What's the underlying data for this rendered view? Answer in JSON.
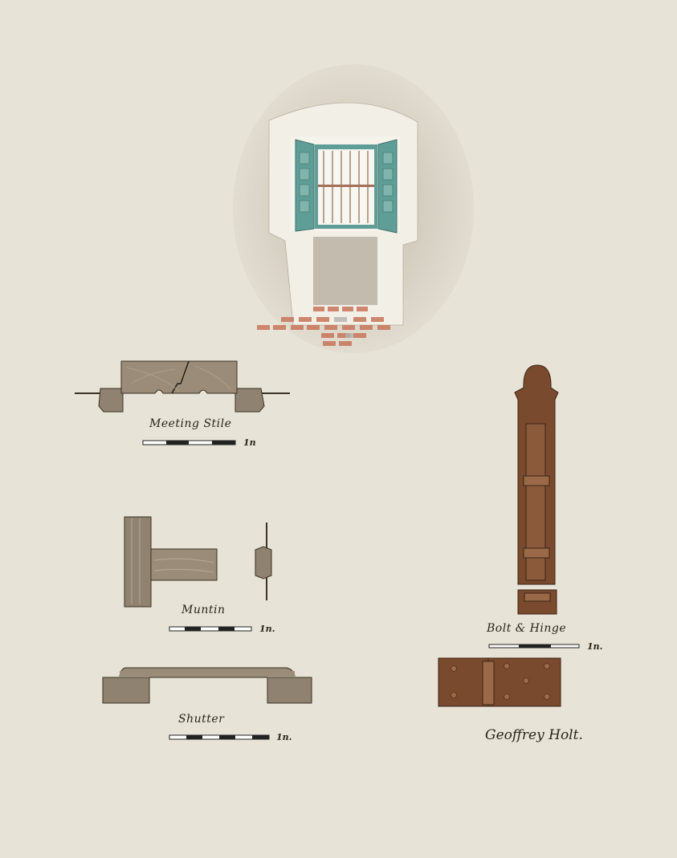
{
  "artwork": {
    "background_color": "#e7e3d6",
    "main_illustration": {
      "subject": "window niche with open teal shutters and brick floor",
      "colors": {
        "shutter": "#5f9e96",
        "wall": "#f2efe7",
        "brick": "#c8765a",
        "shadow": "#a69b8d"
      }
    },
    "details": [
      {
        "id": "meeting-stile",
        "label": "Meeting Stile",
        "scale_label": "1n"
      },
      {
        "id": "muntin",
        "label": "Muntin",
        "scale_label": "1n."
      },
      {
        "id": "shutter",
        "label": "Shutter",
        "scale_label": "1n."
      },
      {
        "id": "bolt-hinge",
        "label": "Bolt & Hinge",
        "scale_label": "1n."
      }
    ],
    "wood_color": "#8f8270",
    "iron_color": "#7a4a2e",
    "signature": "Geoffrey Holt."
  }
}
